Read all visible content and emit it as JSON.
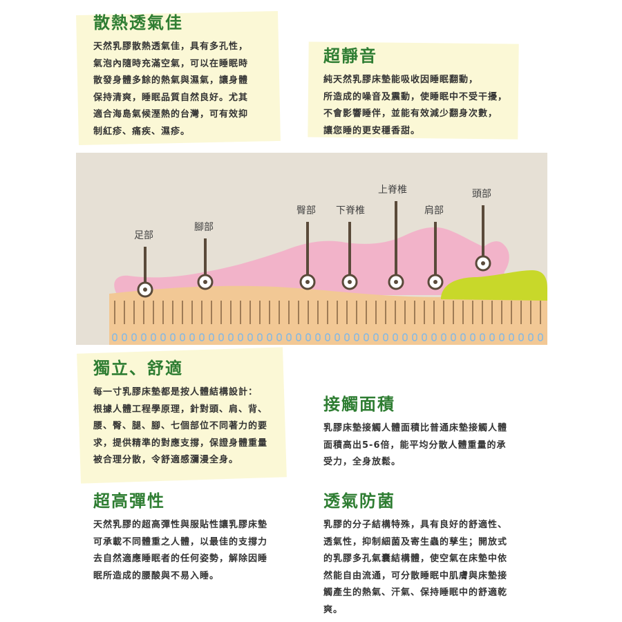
{
  "sections": {
    "heat": {
      "title": "散熱透氣佳",
      "lines": [
        "天然乳膠散熱透氣佳，具有多孔性，",
        "氣泡內隨時充滿空氣，可以在睡眠時",
        "散發身體多餘的熱氣與濕氣，讓身體",
        "保持清爽，睡眠品質自然良好。尤其",
        "適合海島氣候溼熱的台灣，可有效抑",
        "制紅疹、痛疾、濕疹。"
      ]
    },
    "quiet": {
      "title": "超靜音",
      "lines": [
        "純天然乳膠床墊能吸收因睡眠翻動，",
        "所造成的噪音及震動，使睡眠中不受干擾，",
        "不會影響睡伴，並能有效減少翻身次數，",
        "讓您睡的更安穩香甜。"
      ]
    },
    "comfort": {
      "title": "獨立、舒適",
      "lines": [
        "每一寸乳膠床墊都是按人體結構設計：",
        "根據人體工程學原理，針對頭、肩、背、",
        "腰、臀、腿、腳、七個部位不同著力的要",
        "求，提供精準的對應支撐，保證身體重量",
        "被合理分散，令舒適感瀰漫全身。"
      ]
    },
    "contact": {
      "title": "接觸面積",
      "lines": [
        "乳膠床墊接觸人體面積比普通床墊接觸人體",
        "面積高出5-6倍，能平均分散人體重量的承",
        "受力，全身放鬆。"
      ]
    },
    "elastic": {
      "title": "超高彈性",
      "lines": [
        "天然乳膠的超高彈性與服貼性讓乳膠床墊",
        "可承載不同體重之人體，以最佳的支撐力",
        "去自然適應睡眠者的任何姿勢，解除因睡",
        "眠所造成的腰酸與不易入睡。"
      ]
    },
    "antibac": {
      "title": "透氣防菌",
      "lines": [
        "乳膠的分子結構特殊，具有良好的舒適性、",
        "透氣性，抑制細菌及寄生蟲的孳生；開放式",
        "的乳膠多孔氣囊結構體，使空氣在床墊中依",
        "然能自由流通，可分散睡眠中肌膚與床墊接",
        "觸產生的熱氣、汗氣、保持睡眠中的舒適乾",
        "爽。"
      ]
    }
  },
  "diagram": {
    "labels": {
      "foot": "足部",
      "leg": "腳部",
      "hip": "臀部",
      "lower_spine": "下脊椎",
      "upper_spine": "上脊椎",
      "shoulder": "肩部",
      "head": "頭部"
    },
    "colors": {
      "background": "#e6e0d5",
      "body": "#f2b3c9",
      "pillow": "#c8d82a",
      "mattress": "#f2c895",
      "spring_line": "#7a5a3a",
      "air_dot": "#7fb7e6",
      "marker": "#5a4a3a"
    }
  }
}
